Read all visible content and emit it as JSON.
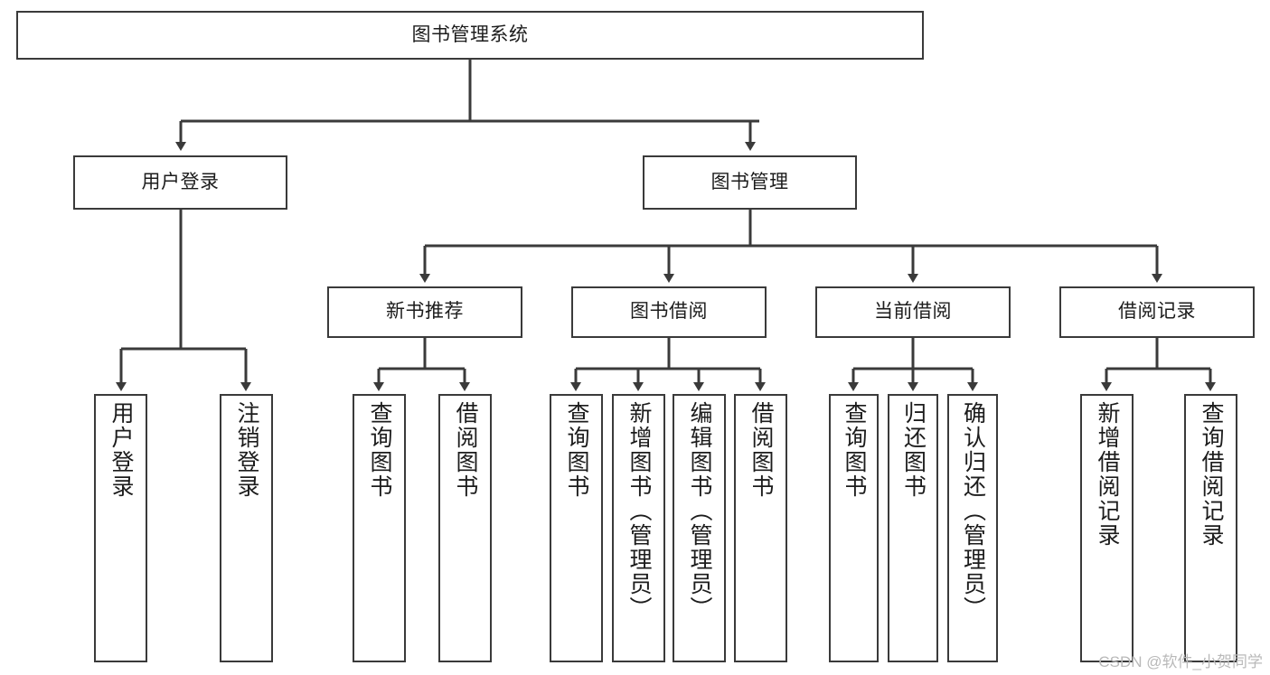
{
  "diagram": {
    "type": "tree-hierarchy-chart",
    "title": "图书管理系统",
    "watermark": "CSDN @软件_小贺同学",
    "colors": {
      "box_border": "#3a3a3a",
      "box_fill": "#ffffff",
      "connector": "#3a3a3a",
      "text": "#1c1c1c",
      "watermark": "#b9b9b9"
    },
    "nodes": {
      "root": {
        "label": "图书管理系统",
        "level": 1
      },
      "l2": [
        {
          "id": "user-login",
          "label": "用户登录"
        },
        {
          "id": "book-management",
          "label": "图书管理"
        }
      ],
      "l3": [
        {
          "id": "new-book-recommend",
          "label": "新书推荐"
        },
        {
          "id": "book-borrow",
          "label": "图书借阅"
        },
        {
          "id": "current-borrow",
          "label": "当前借阅"
        },
        {
          "id": "borrow-record",
          "label": "借阅记录"
        }
      ],
      "leaves": {
        "user-login": [
          {
            "id": "login",
            "label": "用户登录"
          },
          {
            "id": "logout",
            "label": "注销登录"
          }
        ],
        "new-book-recommend": [
          {
            "id": "query-book-1",
            "label": "查询图书"
          },
          {
            "id": "borrow-book-1",
            "label": "借阅图书"
          }
        ],
        "book-borrow": [
          {
            "id": "query-book-2",
            "label": "查询图书"
          },
          {
            "id": "add-book",
            "label": "新增图书（管理员）"
          },
          {
            "id": "edit-book",
            "label": "编辑图书（管理员）"
          },
          {
            "id": "borrow-book-2",
            "label": "借阅图书"
          }
        ],
        "current-borrow": [
          {
            "id": "query-book-3",
            "label": "查询图书"
          },
          {
            "id": "return-book",
            "label": "归还图书"
          },
          {
            "id": "confirm-return",
            "label": "确认归还（管理员）"
          }
        ],
        "borrow-record": [
          {
            "id": "add-borrow-record",
            "label": "新增借阅记录"
          },
          {
            "id": "query-borrow-record",
            "label": "查询借阅记录"
          }
        ]
      }
    }
  }
}
